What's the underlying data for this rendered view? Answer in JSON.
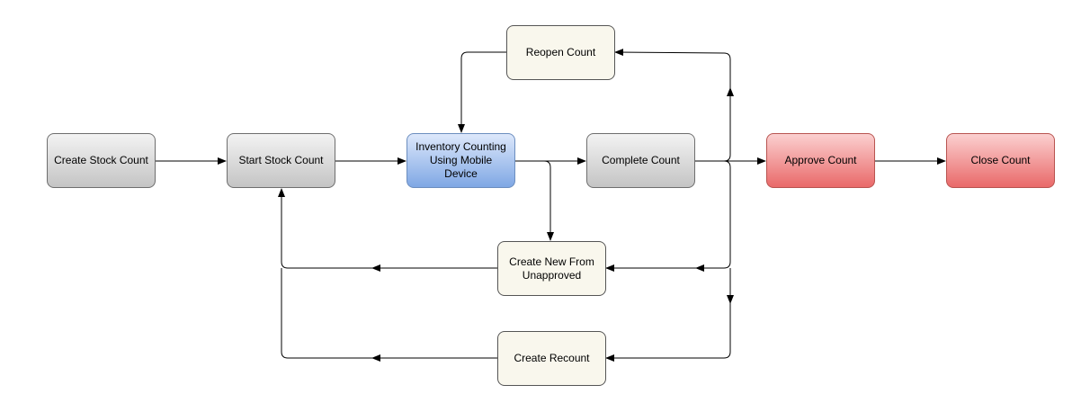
{
  "nodes": {
    "create_stock_count": "Create Stock Count",
    "start_stock_count": "Start Stock Count",
    "inventory_counting": "Inventory Counting\nUsing Mobile Device",
    "complete_count": "Complete Count",
    "approve_count": "Approve Count",
    "close_count": "Close Count",
    "reopen_count": "Reopen Count",
    "create_new_from_unapproved": "Create New From\nUnapproved",
    "create_recount": "Create Recount"
  },
  "colors": {
    "process_gray": "#c4c4c4",
    "mobile_blue": "#7fa7e4",
    "approval_red": "#e96969",
    "side_cream": "#f9f7ed"
  }
}
